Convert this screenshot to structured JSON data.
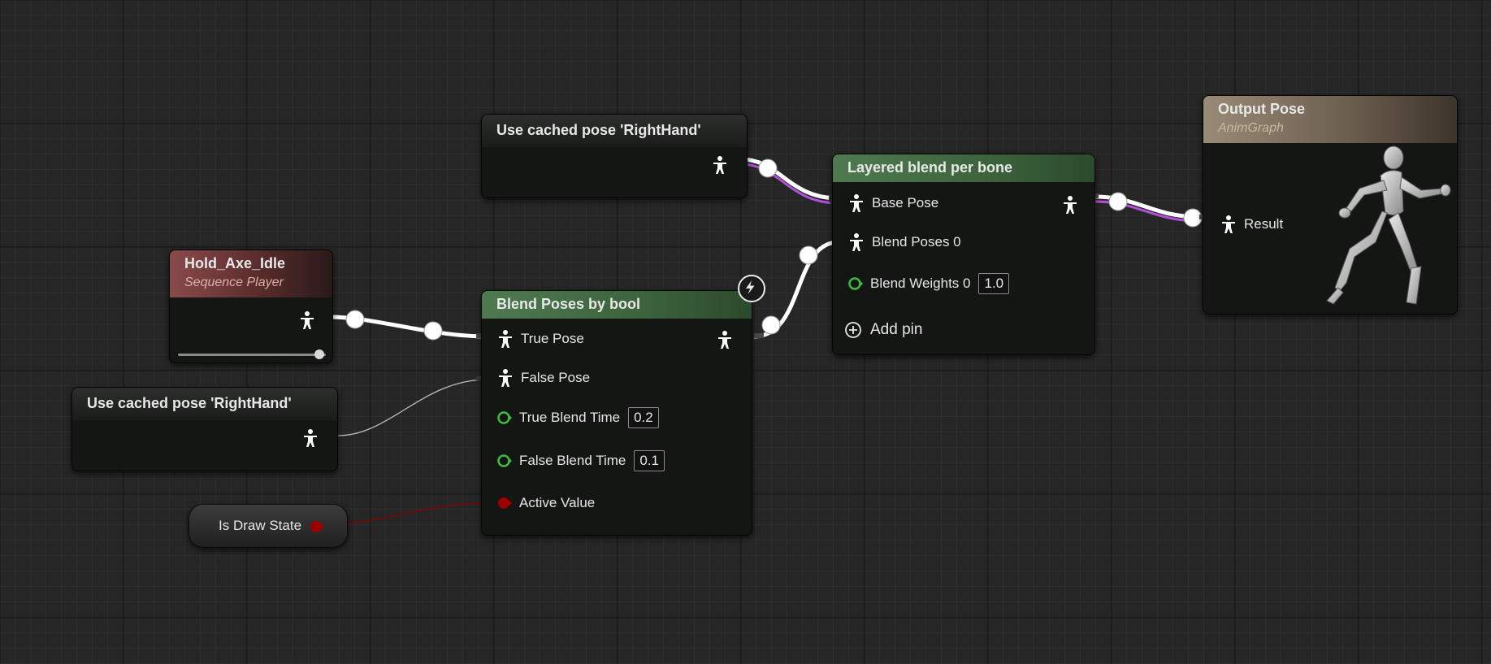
{
  "graph": {
    "title": "AnimGraph"
  },
  "nodes": {
    "cached_top": {
      "title": "Use cached pose 'RightHand'"
    },
    "cached_left": {
      "title": "Use cached pose 'RightHand'"
    },
    "hold_axe": {
      "title": "Hold_Axe_Idle",
      "subtitle": "Sequence Player",
      "play_position": 1.0
    },
    "blend_bool": {
      "title": "Blend Poses by bool",
      "pins": {
        "true_pose": "True Pose",
        "false_pose": "False Pose",
        "true_blend_time": "True Blend Time",
        "true_blend_time_value": "0.2",
        "false_blend_time": "False Blend Time",
        "false_blend_time_value": "0.1",
        "active_value": "Active Value"
      },
      "fast_path_icon": "lightning-icon"
    },
    "layered": {
      "title": "Layered blend per bone",
      "pins": {
        "base_pose": "Base Pose",
        "blend_poses_0": "Blend Poses 0",
        "blend_weights_0": "Blend Weights 0",
        "blend_weights_0_value": "1.0",
        "add_pin": "Add pin"
      }
    },
    "output": {
      "title": "Output Pose",
      "subtitle": "AnimGraph",
      "result": "Result",
      "preview_icon": "running-mannequin-icon"
    },
    "is_draw_state": {
      "label": "Is Draw State"
    }
  },
  "colors": {
    "pose_wire": "#ffffff",
    "pose_wire_accent": "#b050d8",
    "bool_pin": "#8b0000",
    "float_pin": "#3cbd3c",
    "header_sequence": "#8a4a4a",
    "header_blend": "#4f7a4f",
    "header_output": "#9a8a78"
  }
}
